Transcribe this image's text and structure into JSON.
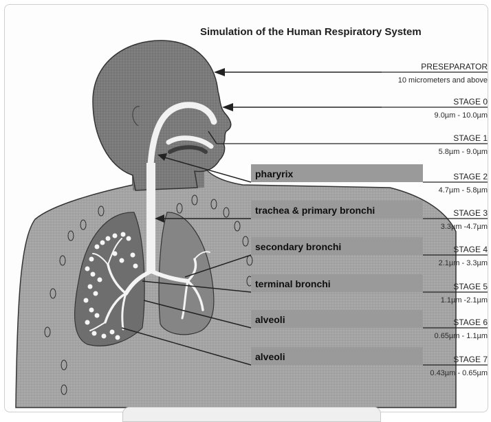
{
  "title": "Simulation of the  Human Respiratory System",
  "stages": [
    {
      "label": "PRESEPARATOR",
      "range": "10 micrometers and above"
    },
    {
      "label": "STAGE 0",
      "range": "9.0µm - 10.0µm"
    },
    {
      "label": "STAGE 1",
      "range": "5.8µm - 9.0µm"
    },
    {
      "label": "STAGE 2",
      "range": "4.7µm - 5.8µm"
    },
    {
      "label": "STAGE 3",
      "range": "3.3µm -4.7µm"
    },
    {
      "label": "STAGE 4",
      "range": "2.1µm - 3.3µm"
    },
    {
      "label": "STAGE 5",
      "range": "1.1µm -2.1µm"
    },
    {
      "label": "STAGE 6",
      "range": "0.65µm - 1.1µm"
    },
    {
      "label": "STAGE 7",
      "range": "0.43µm - 0.65µm"
    }
  ],
  "regions": [
    {
      "label": "pharyrix"
    },
    {
      "label": "trachea & primary bronchi"
    },
    {
      "label": "secondary bronchi"
    },
    {
      "label": "terminal bronchi"
    },
    {
      "label": "alveoli"
    },
    {
      "label": "alveoli"
    }
  ],
  "colors": {
    "body": "#7d7d7d",
    "body_light": "#a6a6a6",
    "region_bar": "#9a9a9a",
    "line": "#222222"
  }
}
